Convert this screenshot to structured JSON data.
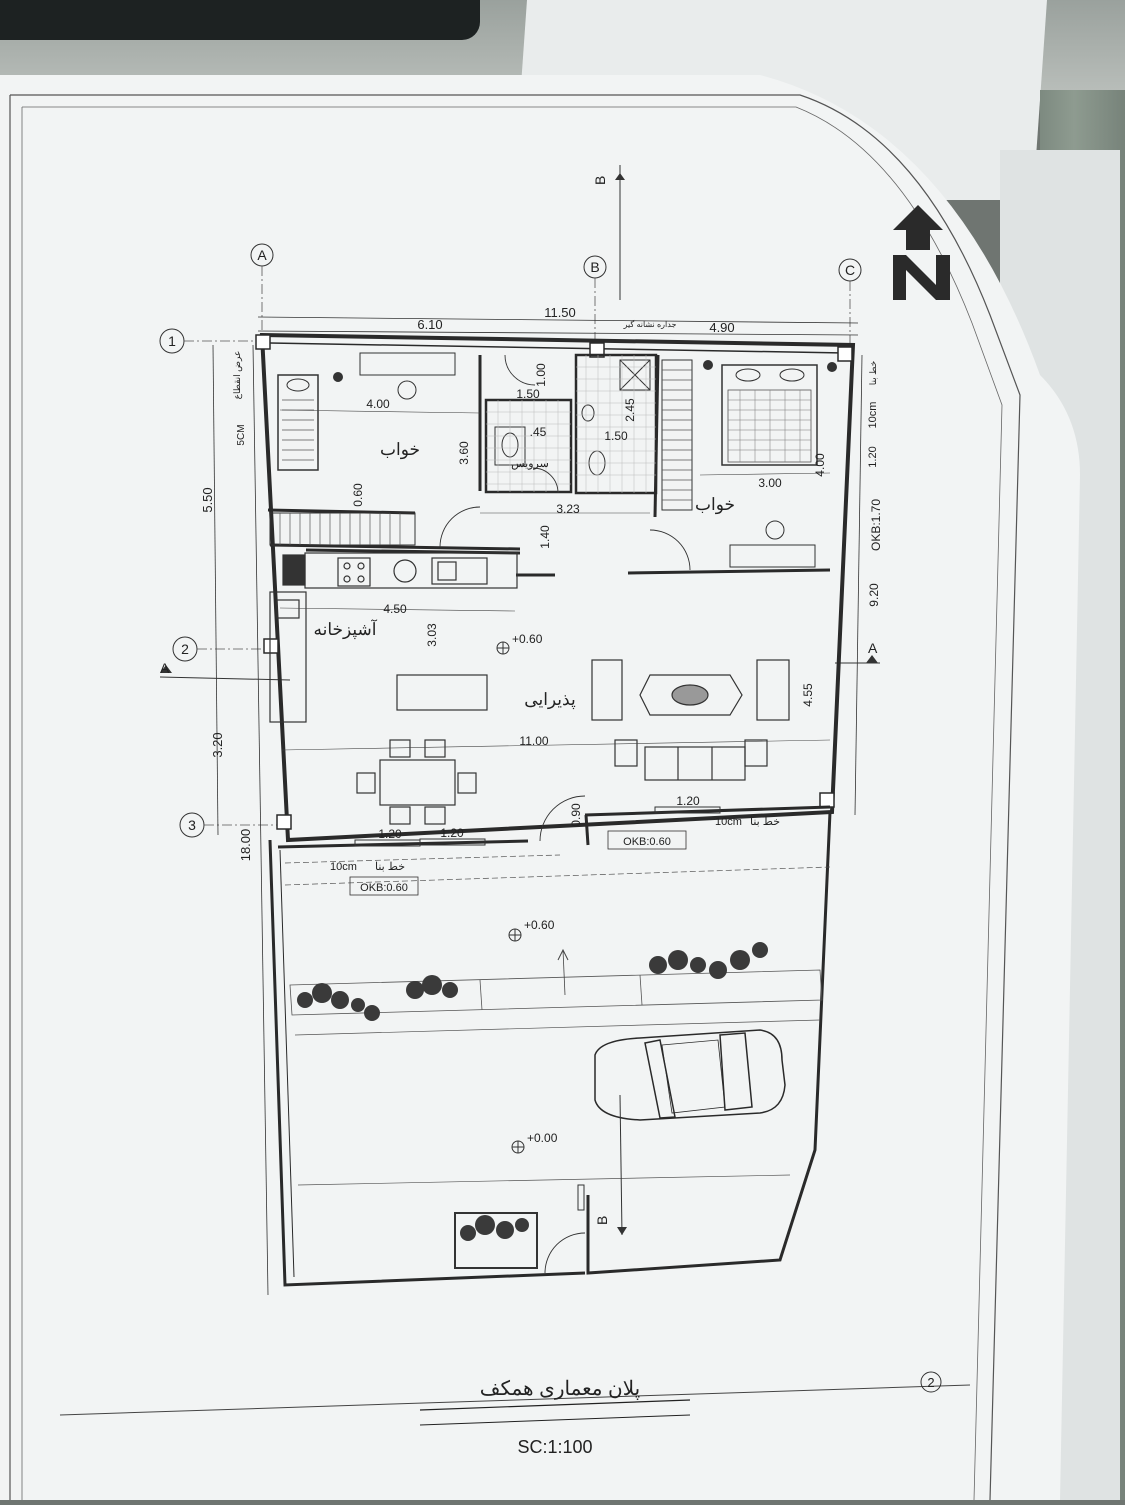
{
  "plan": {
    "title": "پلان معماری همکف",
    "scale": "SC:1:100",
    "sheet_number": "2"
  },
  "grid": {
    "columns": [
      "A",
      "B",
      "C"
    ],
    "rows": [
      "1",
      "2",
      "3"
    ],
    "section_marks": [
      "B",
      "B",
      "A",
      "A"
    ]
  },
  "dimensions": {
    "overall_width": "11.50",
    "left_width": "6.10",
    "right_width": "4.90",
    "depth_upper": "5.50",
    "depth_middle": "3.20",
    "depth_total": "18.00",
    "depth_right": "9.20",
    "bed1_width": "4.00",
    "bed1_depth": "3.60",
    "bed1_wardrobe": "0.60",
    "wc_1": "1.00",
    "wc_2": "1.50",
    "wc_3": ".45",
    "wc_4": "2.45",
    "wc_5": "1.50",
    "hall_width": "3.23",
    "hall_depth": "1.40",
    "bed2_width": "3.00",
    "bed2_depth": "4.00",
    "kitchen_width": "4.50",
    "kitchen_depth": "3.03",
    "living_width": "11.00",
    "living_depth": "4.55",
    "window_1": "1.20",
    "window_2": "1.20",
    "window_3": "1.20",
    "door_step": "0.90",
    "right_offset": "1.20",
    "right_gap": "10cm"
  },
  "rooms": {
    "bedroom1": "خواب",
    "bedroom2": "خواب",
    "kitchen": "آشپزخانه",
    "living": "پذیرایی",
    "toilet": "سرویس",
    "shaft": "جداره نشانه گیر"
  },
  "levels": {
    "living": "+0.60",
    "yard": "+0.60",
    "parking": "+0.00"
  },
  "notes": {
    "okb_right": "OKB:1.70",
    "okb_front": "OKB:0.60",
    "okb_back": "OKB:0.60",
    "ten_cm_front": "10cm",
    "ten_cm_back": "10cm",
    "ten_cm_right": "10cm",
    "five_cm": "5CM",
    "cut_line_left": "عرض انقطاع",
    "cut_line_text_front": "خط بنا",
    "cut_line_text_back": "خط بنا",
    "cut_line_text_right": "خط بنا",
    "cut_line_text_top": "خط بنا"
  },
  "colors": {
    "paper": "#f4f6f6",
    "ink": "#2a2a2a",
    "hatch": "#555555"
  }
}
